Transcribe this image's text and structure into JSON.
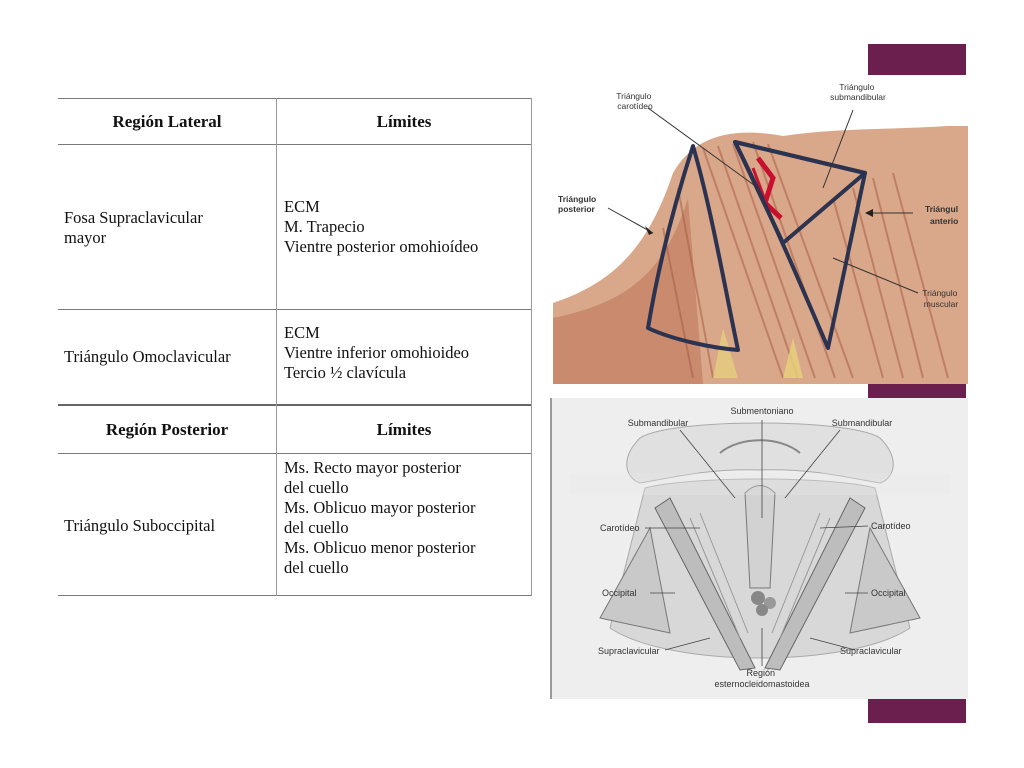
{
  "table": {
    "lateral_header": "Región Lateral",
    "limits_header": "Límites",
    "rows_lateral": [
      {
        "region_lines": [
          "Fosa Supraclavicular",
          "mayor"
        ],
        "limits": [
          "ECM",
          "M. Trapecio",
          "Vientre posterior omohioídeo"
        ]
      },
      {
        "region_lines": [
          "Triángulo Omoclavicular"
        ],
        "limits": [
          "ECM",
          "Vientre inferior omohioideo",
          "Tercio ½ clavícula"
        ]
      }
    ],
    "posterior_header": "Región Posterior",
    "limits_header_2": "Límites",
    "rows_posterior": [
      {
        "region_lines": [
          "Triángulo Suboccipital"
        ],
        "limits": [
          "Ms. Recto mayor posterior",
          "del cuello",
          "Ms. Oblicuo mayor posterior",
          "del cuello",
          "Ms. Oblicuo menor posterior",
          "del cuello"
        ]
      }
    ]
  },
  "top_figure": {
    "labels": {
      "carotideo": [
        "Triángulo",
        "carotídeo"
      ],
      "submandibular": [
        "Triángulo",
        "submandibular"
      ],
      "posterior": [
        "Triángulo",
        "posterior"
      ],
      "anterior": [
        "Triángul",
        "anterio"
      ],
      "muscular": [
        "Triángulo",
        "muscular"
      ]
    }
  },
  "bottom_figure": {
    "labels": {
      "submentoniano": "Submentoniano",
      "submandibular_left": "Submandibular",
      "submandibular_right": "Submandibular",
      "carotideo_left": "Carotídeo",
      "carotideo_right": "Carotídeo",
      "occipital_left": "Occipital",
      "occipital_right": "Occipital",
      "supraclavicular_left": "Supraclavicular",
      "supraclavicular_right": "Supraclavicular",
      "region": [
        "Región",
        "esternocleidomastoidea"
      ]
    }
  },
  "colors": {
    "accent": "#6b1f4e",
    "muscle": "#c98a6e",
    "outline": "#2b3350"
  }
}
